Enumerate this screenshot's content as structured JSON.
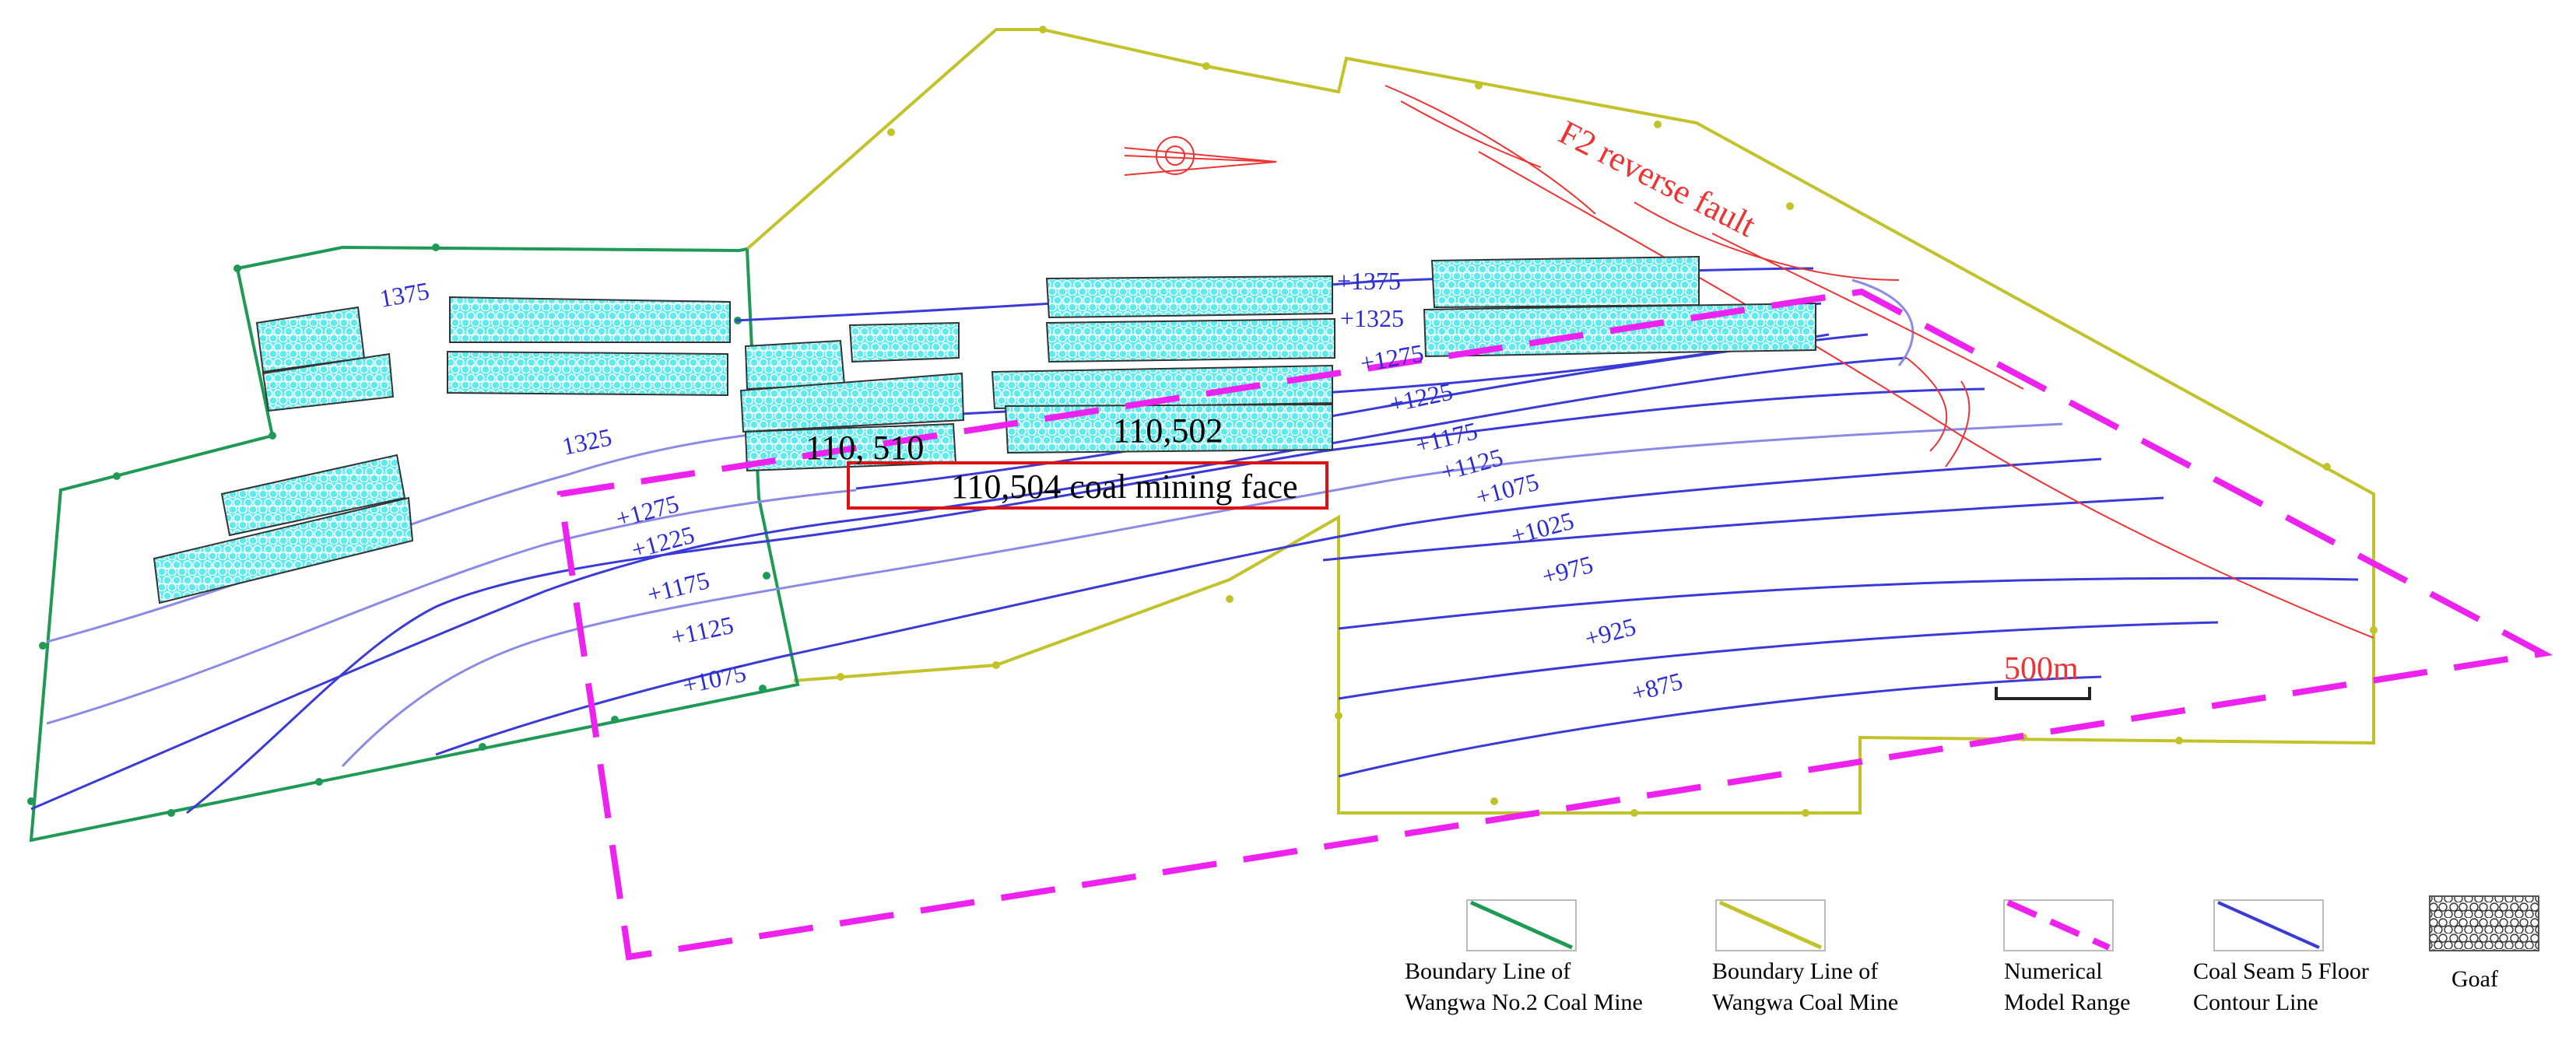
{
  "colors": {
    "no2_boundary": "#1f9a55",
    "wangwa_boundary": "#c2c22a",
    "model_range": "#ee22ee",
    "contour": "#3a3ad8",
    "contour_light": "#8b8be6",
    "goaf_fill": "#5cecef",
    "fault": "#ee3333",
    "face_box": "#dd1111"
  },
  "labels": {
    "fault": "F2 reverse fault",
    "panel_110510": "110, 510",
    "panel_110502": "110,502",
    "mining_face": "110,504 coal mining face",
    "scale": "500m"
  },
  "contours_left": {
    "c1375": "1375",
    "c1325": "1325",
    "c1275": "+1275",
    "c1225": "+1225",
    "c1175": "+1175",
    "c1125": "+1125",
    "c1075": "+1075"
  },
  "contours_right": {
    "c1375": "+1375",
    "c1325": "+1325",
    "c1275": "+1275",
    "c1225": "+1225",
    "c1175": "+1175",
    "c1125": "+1125",
    "c1075": "+1075",
    "c1025": "+1025",
    "c975": "+975",
    "c925": "+925",
    "c875": "+875"
  },
  "legend": {
    "items": [
      {
        "name": "no2-boundary",
        "line1": "Boundary Line of",
        "line2": "Wangwa No.2 Coal Mine",
        "color": "#1f9a55"
      },
      {
        "name": "wangwa-boundary",
        "line1": "Boundary Line of",
        "line2": "Wangwa Coal Mine",
        "color": "#c2c22a"
      },
      {
        "name": "model-range",
        "line1": "Numerical",
        "line2": "Model Range",
        "color": "#ee22ee"
      },
      {
        "name": "contour",
        "line1": "Coal Seam 5 Floor",
        "line2": "Contour Line",
        "color": "#3a3ad8"
      },
      {
        "name": "goaf",
        "line1": "Goaf",
        "line2": "",
        "color": "#5cecef"
      }
    ]
  }
}
